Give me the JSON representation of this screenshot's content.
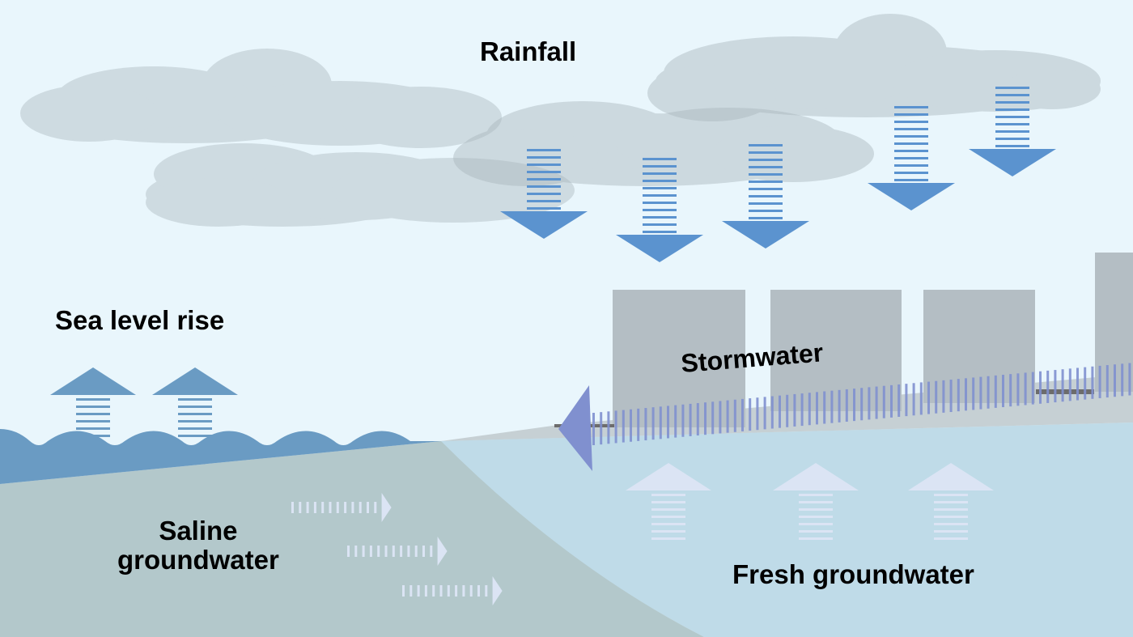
{
  "title": "Coastal urban flooding drivers",
  "labels": {
    "rainfall": "Rainfall",
    "sea_level_rise": "Sea level rise",
    "stormwater": "Stormwater",
    "saline_line1": "Saline",
    "saline_line2": "groundwater",
    "fresh_groundwater": "Fresh groundwater"
  },
  "colors": {
    "sky": "#e9f6fc",
    "cloud": "#b9c4ca",
    "rain_arrow": "#5b93cf",
    "sea": "#6a9bc3",
    "saline_ground": "#b3c8cb",
    "fresh_ground": "#bfdbe8",
    "building": "#b4bec4",
    "road": "#c6d0d4",
    "pipe": "#6c6c6c",
    "stormwater_arrow": "#8090cf",
    "groundwater_arrow": "#dbe4f4"
  },
  "elements": {
    "rain_arrows": 5,
    "sea_level_arrows": 2,
    "saline_flow_arrows": 3,
    "fresh_groundwater_arrows": 3,
    "buildings": 4
  }
}
